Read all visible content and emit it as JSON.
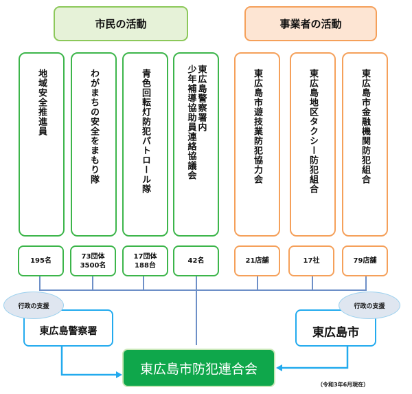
{
  "headers": {
    "citizen": "市民の活動",
    "business": "事業者の活動"
  },
  "groups": [
    {
      "name": "地域安全推進員",
      "count": "195名"
    },
    {
      "name": "わがまちの安全をまもり隊",
      "count_lines": [
        "73団体",
        "3500名"
      ]
    },
    {
      "name": "青色回転灯防犯パトロール隊",
      "count_lines": [
        "17団体",
        "188台"
      ]
    },
    {
      "name_lines": [
        "東広島警察署内",
        "少年補導協助員連絡協議会"
      ],
      "count": "42名"
    },
    {
      "name": "東広島市遊技業防犯協力会",
      "count": "21店舗"
    },
    {
      "name": "東広島地区タクシー防犯組合",
      "count": "17社"
    },
    {
      "name": "東広島市金融機関防犯組合",
      "count": "79店舗"
    }
  ],
  "support": {
    "label": "行政の支援",
    "police": "東広島警察署",
    "city": "東広島市"
  },
  "main": "東広島市防犯連合会",
  "footnote": "（令和3年6月現在）"
}
